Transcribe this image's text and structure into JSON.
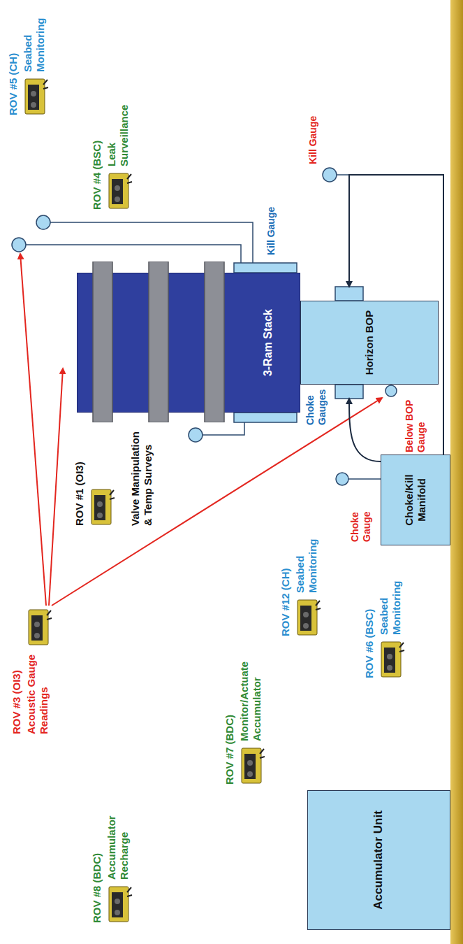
{
  "diagram": {
    "nodes": [
      {
        "text": [
          "ROV #8 (BDC)",
          "Accumulator Recharge"
        ]
      },
      {
        "text": [
          "Accumulator Unit"
        ]
      },
      {
        "text": [
          "ROV #7 (BDC)",
          "Monitor/Actuate Accumulator"
        ]
      },
      {
        "text": [
          "ROV #3 (OI3)",
          "Acoustic Gauge Readings"
        ]
      },
      {
        "text": [
          "ROV #6 (BSC)",
          "Seabed Monitoring"
        ]
      },
      {
        "text": [
          "ROV #12 (CH)",
          "Seabed Monitoring"
        ]
      },
      {
        "text": [
          "Choke/Kill Manifold"
        ]
      },
      {
        "text": [
          "ROV #1 (OI3)",
          "Valve Manipulation & Temp Surveys"
        ]
      },
      {
        "text": [
          "3-Ram Stack"
        ]
      },
      {
        "text": [
          "Horizon BOP"
        ]
      },
      {
        "text": [
          "ROV #4 (BSC)",
          "Leak Surveillance"
        ]
      },
      {
        "text": [
          "ROV #5 (CH)",
          "Seabed Monitoring"
        ]
      }
    ],
    "edges": [
      {
        "from": 6,
        "to": 9,
        "arrow": "to"
      },
      {
        "from": 6,
        "to": 9,
        "arrow": "to"
      }
    ],
    "labels": [
      "Choke Gauges",
      "Kill Gauge",
      "Choke Gauge",
      "Kill Gauge",
      "Below BOP Gauge"
    ]
  }
}
